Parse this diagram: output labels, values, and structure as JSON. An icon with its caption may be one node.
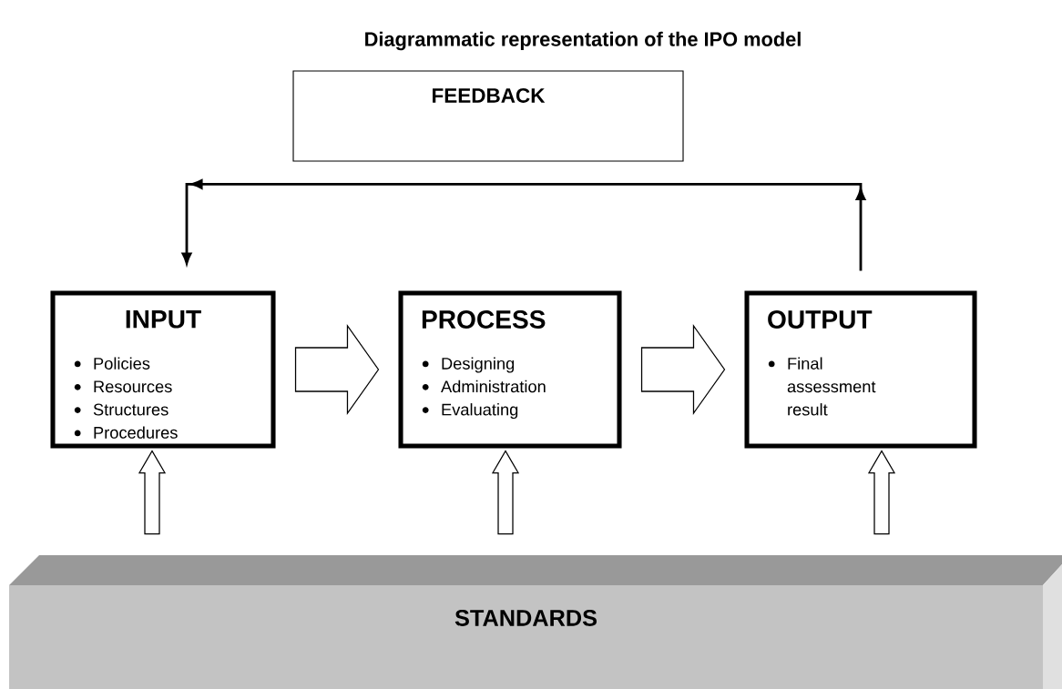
{
  "diagram": {
    "title": "Diagrammatic representation of the IPO model",
    "nodes": [
      {
        "text": [
          "FEEDBACK"
        ]
      },
      {
        "text": [
          "INPUT",
          "Policies",
          "Resources",
          "Structures",
          "Procedures"
        ]
      },
      {
        "text": [
          "PROCESS",
          "Designing",
          "Administration",
          "Evaluating"
        ]
      },
      {
        "text": [
          "OUTPUT",
          "Final assessment result"
        ]
      },
      {
        "text": [
          "STANDARDS"
        ]
      }
    ],
    "edges": [
      {
        "from": 1,
        "to": 2,
        "arrow": "to"
      },
      {
        "from": 2,
        "to": 3,
        "arrow": "to"
      },
      {
        "from": 3,
        "to": 1,
        "arrow": "to"
      },
      {
        "from": 4,
        "to": 1,
        "arrow": "to"
      },
      {
        "from": 4,
        "to": 2,
        "arrow": "to"
      },
      {
        "from": 4,
        "to": 3,
        "arrow": "to"
      }
    ]
  }
}
